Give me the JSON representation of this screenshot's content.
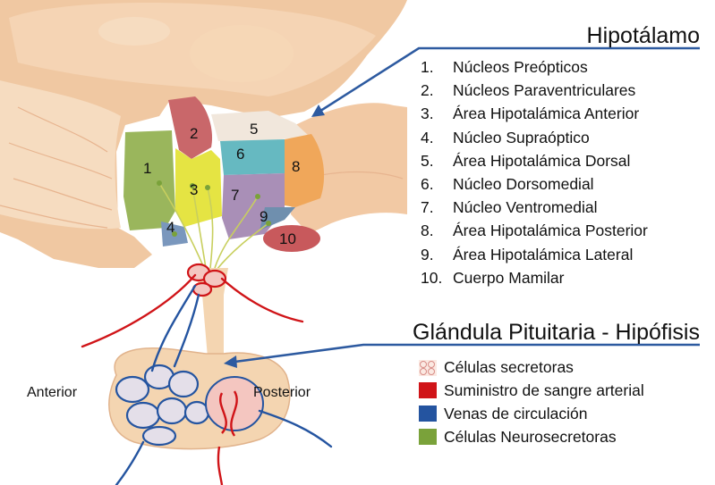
{
  "hypothalamus_title": "Hipotálamo",
  "nuclei": [
    {
      "num": "1.",
      "name": "Núcleos Preópticos",
      "label": "1",
      "color": "#9ab65c"
    },
    {
      "num": "2.",
      "name": "Núcleos Paraventriculares",
      "label": "2",
      "color": "#c9676a"
    },
    {
      "num": "3.",
      "name": "Área Hipotalámica Anterior",
      "label": "3",
      "color": "#e5e443"
    },
    {
      "num": "4.",
      "name": "Núcleo  Supraóptico",
      "label": "4",
      "color": "#7a97bd"
    },
    {
      "num": "5.",
      "name": "Área Hipotalámica Dorsal",
      "label": "5",
      "color": "#efe6da"
    },
    {
      "num": "6.",
      "name": "Núcleo Dorsomedial",
      "label": "6",
      "color": "#66b9c1"
    },
    {
      "num": "7.",
      "name": "Núcleo Ventromedial",
      "label": "7",
      "color": "#a98fb7"
    },
    {
      "num": "8.",
      "name": "Área Hipotalámica Posterior",
      "label": "8",
      "color": "#f0a75a"
    },
    {
      "num": "9.",
      "name": "Área Hipotalámica Lateral",
      "label": "9",
      "color": "#6f8fae"
    },
    {
      "num": "10.",
      "name": "Cuerpo Mamilar",
      "label": "10",
      "color": "#c8595c"
    }
  ],
  "pituitary_title": "Glándula Pituitaria - Hipófisis",
  "lobe_labels": {
    "anterior": "Anterior",
    "posterior": "Posterior"
  },
  "legend": [
    {
      "label": "Células secretoras",
      "icon": "secretory-cells-swatch",
      "color": "#f2c9b8"
    },
    {
      "label": "Suministro de sangre arterial",
      "icon": "arterial-swatch",
      "color": "#d01418"
    },
    {
      "label": "Venas de circulación",
      "icon": "venous-swatch",
      "color": "#2454a0"
    },
    {
      "label": "Células Neurosecretoras",
      "icon": "neurosecretory-swatch",
      "color": "#7aa23a"
    }
  ],
  "colors": {
    "tissue": "#f2c9a4",
    "tissue_light": "#f6dcc0",
    "pointer": "#2d5aa0",
    "nerve": "#c8cf5e"
  }
}
